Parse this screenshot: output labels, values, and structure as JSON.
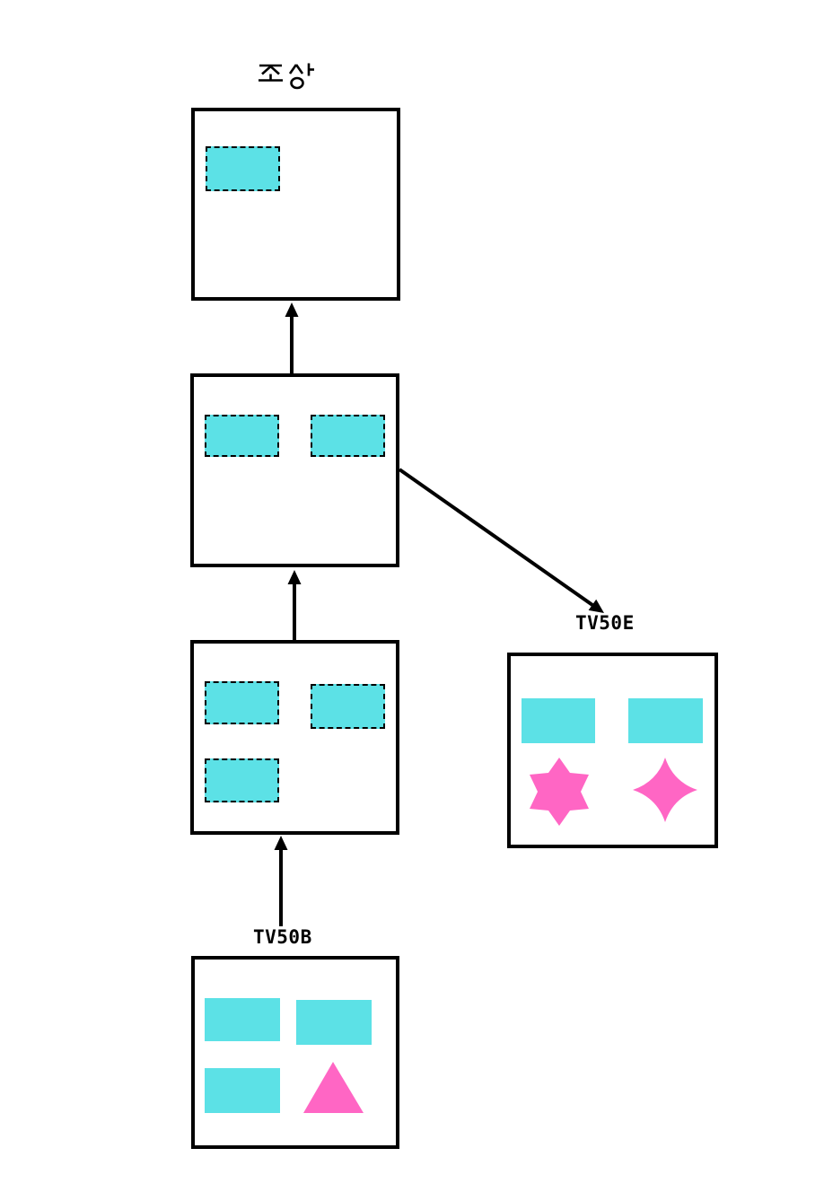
{
  "labels": {
    "ancestor": "조상",
    "tv50b": "TV50B",
    "tv50e": "TV50E"
  },
  "colors": {
    "shape_cyan": "#5CE1E6",
    "shape_pink": "#FF66C4",
    "line": "#000000",
    "background": "#FFFFFF"
  },
  "nodes": [
    {
      "id": "ancestor-box",
      "label": "조상",
      "shapes": [
        "dashed-cyan-rect"
      ]
    },
    {
      "id": "middle-box",
      "label": "",
      "shapes": [
        "dashed-cyan-rect",
        "dashed-cyan-rect"
      ]
    },
    {
      "id": "lower-box",
      "label": "",
      "shapes": [
        "dashed-cyan-rect",
        "dashed-cyan-rect",
        "dashed-cyan-rect"
      ]
    },
    {
      "id": "tv50b-box",
      "label": "TV50B",
      "shapes": [
        "cyan-rect",
        "cyan-rect",
        "cyan-rect",
        "pink-triangle"
      ]
    },
    {
      "id": "tv50e-box",
      "label": "TV50E",
      "shapes": [
        "cyan-rect",
        "cyan-rect",
        "pink-star-6",
        "pink-star-4"
      ]
    }
  ],
  "edges": [
    {
      "from": "middle-box",
      "to": "ancestor-box",
      "style": "straight-up-arrow"
    },
    {
      "from": "lower-box",
      "to": "middle-box",
      "style": "straight-up-arrow"
    },
    {
      "from": "tv50b-box",
      "to": "lower-box",
      "style": "straight-up-arrow"
    },
    {
      "from": "middle-box",
      "to": "tv50e-box",
      "style": "diagonal-down-right-arrow"
    }
  ]
}
